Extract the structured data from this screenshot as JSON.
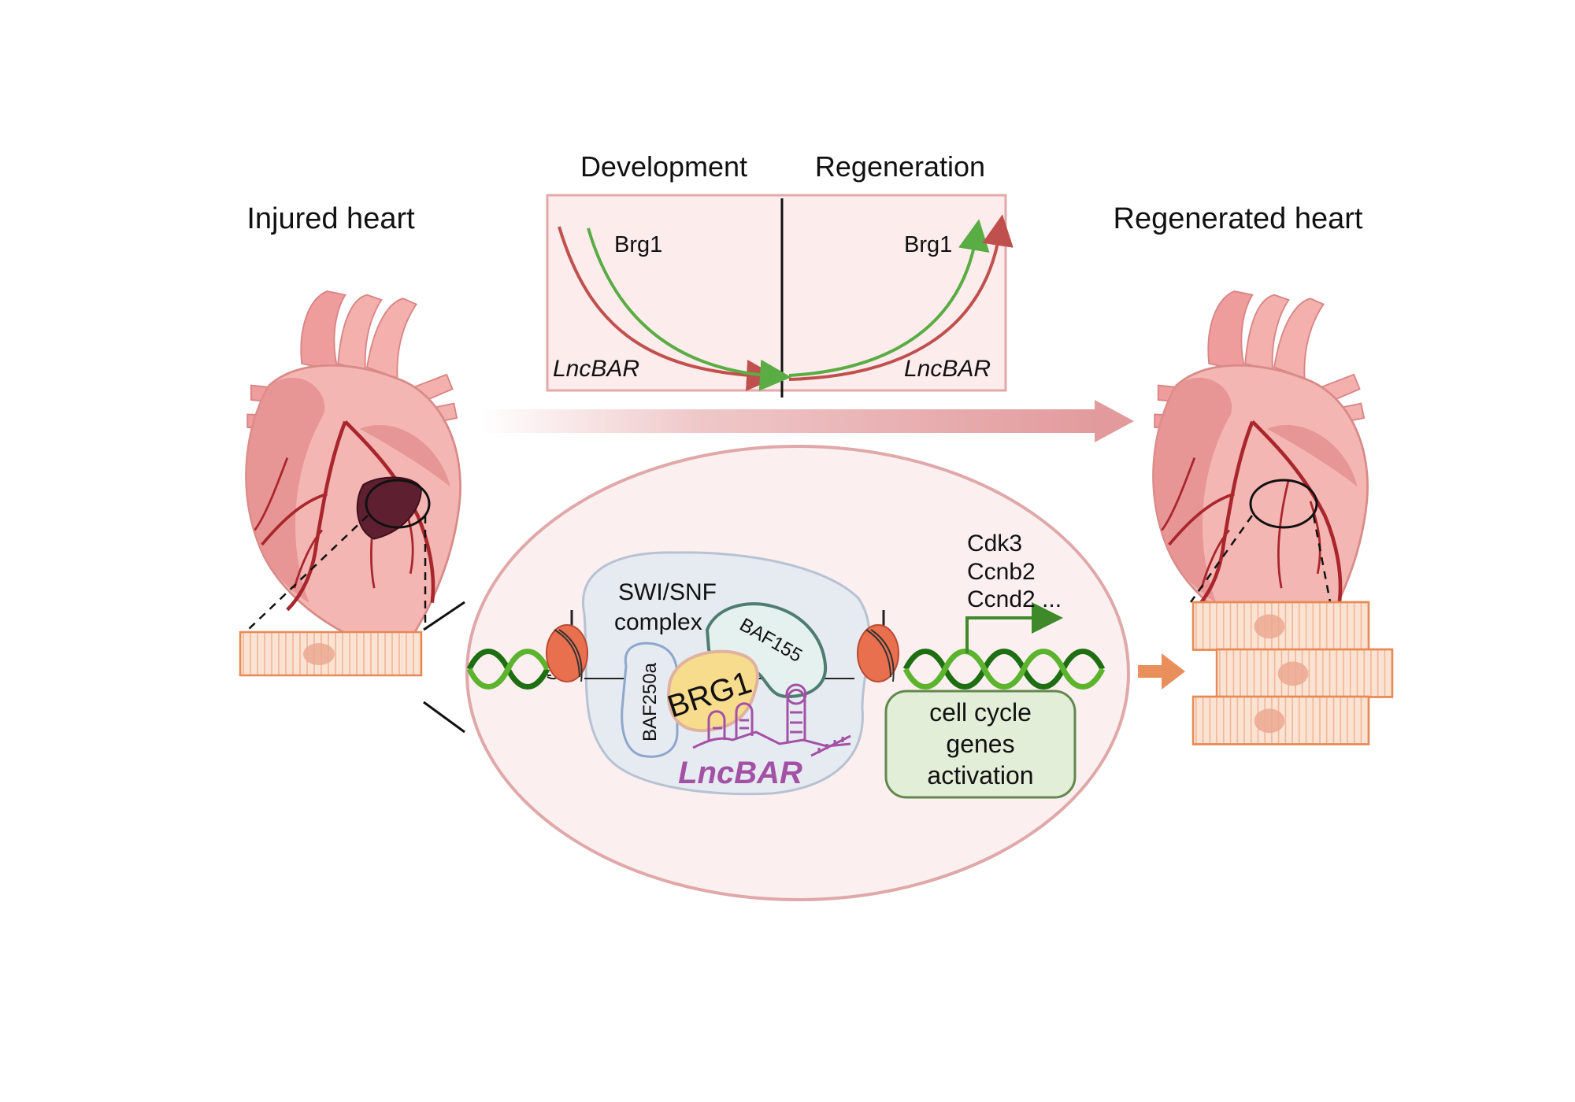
{
  "titles": {
    "injured": "Injured heart",
    "regenerated": "Regenerated heart"
  },
  "panel": {
    "left_header": "Development",
    "right_header": "Regeneration",
    "left_gene": "Brg1",
    "left_lnc": "LncBAR",
    "right_gene": "Brg1",
    "right_lnc": "LncBAR"
  },
  "nucleus": {
    "complex_line1": "SWI/SNF",
    "complex_line2": "complex",
    "subunit_a": "BAF250a",
    "subunit_b": "BAF155",
    "core": "BRG1",
    "lncrna": "LncBAR",
    "targets": [
      "Cdk3",
      "Ccnb2",
      "Ccnd2 ..."
    ],
    "activation": [
      "cell cycle",
      "genes",
      "activation"
    ]
  },
  "colors": {
    "brg1_curve": "#5aac44",
    "lncbar_curve": "#c0504d",
    "panel_border": "#e2a9a9",
    "nucleus_fill": "#fcefef",
    "complex_fill": "#e6ebf2",
    "brg1_fill": "#f6dc8c",
    "baf155_fill": "#e5f1ee",
    "lncbar_text": "#a351a5",
    "activation_fill": "#e3eed9",
    "activation_border": "#62884d",
    "dna_dark": "#1e6e12",
    "dna_light": "#5cb42e",
    "nucleosome": "#e8704f",
    "infarct": "#5e2030",
    "progress_arrow": "#e29a9c",
    "cell_arrow": "#e88f5c"
  }
}
